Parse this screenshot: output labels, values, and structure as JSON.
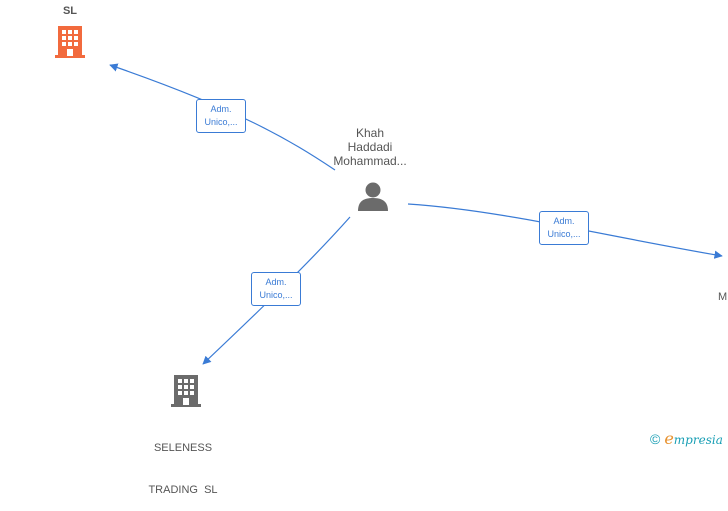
{
  "nodes": {
    "top_company": {
      "label": "SL",
      "icon": "building-icon",
      "color": "#f26a3d"
    },
    "person": {
      "label_lines": [
        "Khah",
        "Haddadi",
        "Mohammad..."
      ],
      "icon": "person-icon",
      "color": "#6b6b6b"
    },
    "bottom_company": {
      "label_lines": [
        "SELENESS",
        "TRADING  SL"
      ],
      "icon": "building-icon",
      "color": "#6b6b6b"
    },
    "right_company": {
      "label": "M",
      "icon": "arrow-head"
    }
  },
  "edges": [
    {
      "id": "edge-top",
      "label_lines": [
        "Adm.",
        "Unico,..."
      ]
    },
    {
      "id": "edge-right",
      "label_lines": [
        "Adm.",
        "Unico,..."
      ]
    },
    {
      "id": "edge-bottom",
      "label_lines": [
        "Adm.",
        "Unico,..."
      ]
    }
  ],
  "colors": {
    "edge": "#3a7bd5",
    "accent_company": "#f26a3d",
    "neutral": "#6b6b6b"
  },
  "footer": {
    "copyright_symbol": "©",
    "brand_first": "e",
    "brand_rest": "mpresia"
  }
}
